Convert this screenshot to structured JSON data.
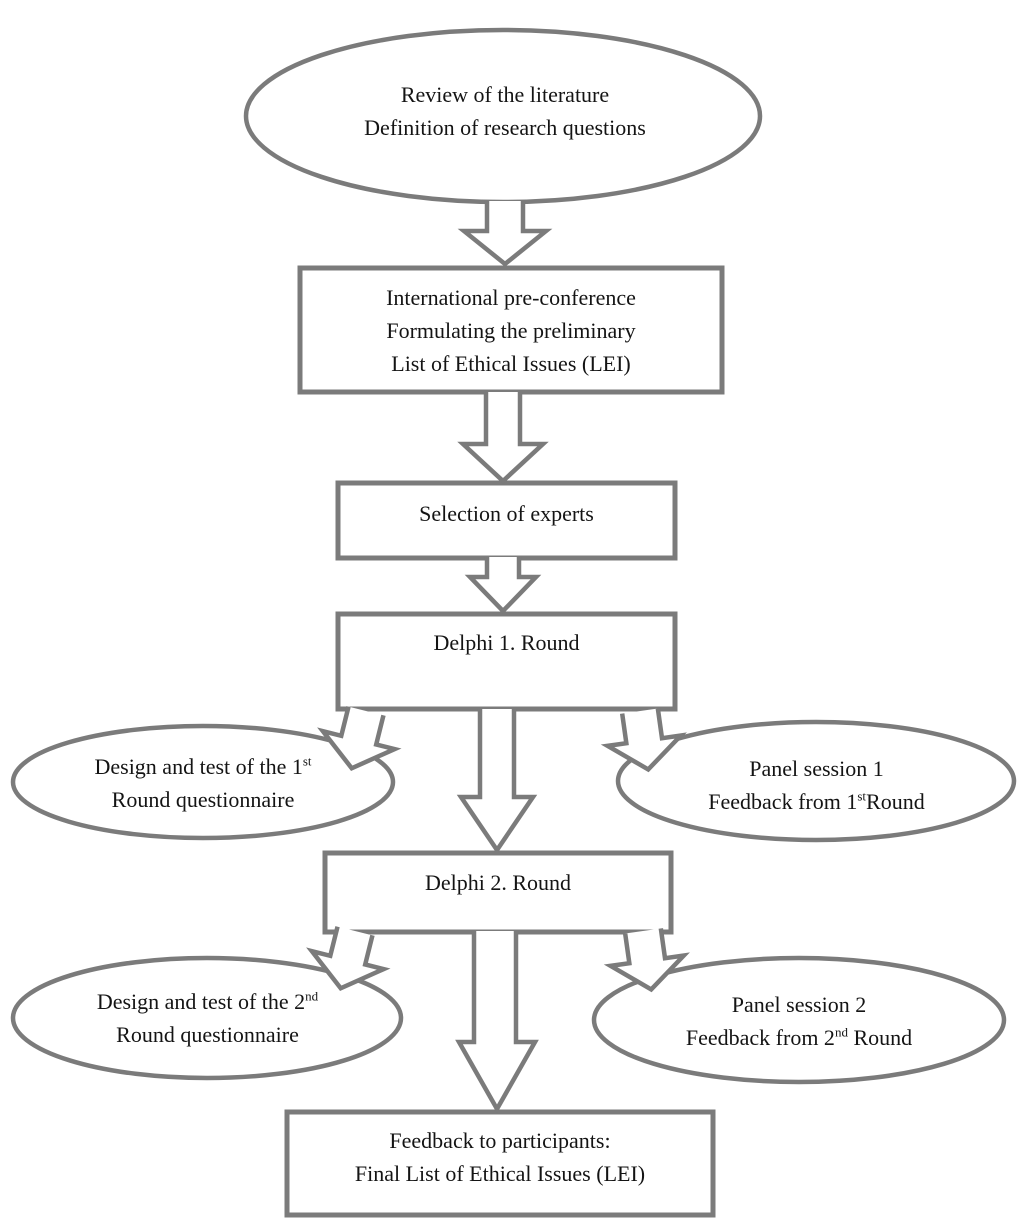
{
  "diagram": {
    "kind": "flowchart",
    "colors": {
      "stroke": "#7b7b7b",
      "text": "#141414",
      "background": "#ffffff"
    },
    "nodes": {
      "review": {
        "line1": "Review of the literature",
        "line2": "Definition of research questions"
      },
      "preconference": {
        "line1": "International pre-conference",
        "line2": "Formulating the preliminary",
        "line3": "List of Ethical Issues (LEI)"
      },
      "selection": {
        "line1": "Selection of experts"
      },
      "delphi1": {
        "line1": "Delphi 1. Round"
      },
      "design1": {
        "line1_main": "Design and test of the  1",
        "line1_sup": "st",
        "line2": "Round questionnaire"
      },
      "panel1": {
        "line1": "Panel session 1",
        "line2_pre": "Feedback from 1",
        "line2_sup": "st",
        "line2_post": "Round"
      },
      "delphi2": {
        "line1": "Delphi 2. Round"
      },
      "design2": {
        "line1_main": "Design and test of the 2",
        "line1_sup": "nd",
        "line2": "Round questionnaire"
      },
      "panel2": {
        "line1": "Panel session 2",
        "line2_pre": "Feedback from 2",
        "line2_sup": "nd",
        "line2_post": " Round"
      },
      "final": {
        "line1": "Feedback to participants:",
        "line2": "Final List of Ethical Issues (LEI)"
      }
    }
  }
}
